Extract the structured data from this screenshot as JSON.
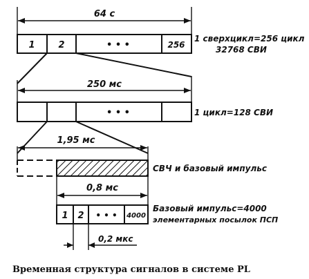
{
  "top": {
    "duration": "64 с",
    "cells": [
      "1",
      "2",
      "• • •",
      "256"
    ],
    "note_line1": "1 сверхцикл=256 цикл",
    "note_line2": "32768 СВИ"
  },
  "cycle": {
    "duration": "250 мс",
    "cells": [
      "• • •"
    ],
    "note": "1 цикл=128 СВИ"
  },
  "svi": {
    "duration": "1,95 мс",
    "note": "СВЧ и базовый импульс"
  },
  "base": {
    "duration": "0,8 мс",
    "cells": [
      "1",
      "2",
      "• • •",
      "4000"
    ],
    "note_line1": "Базовый импульс=4000",
    "note_line2": "элементарных посылок ПСП",
    "chip_duration": "0,2 мкс"
  },
  "caption": "Временная структура сигналов в системе PL"
}
